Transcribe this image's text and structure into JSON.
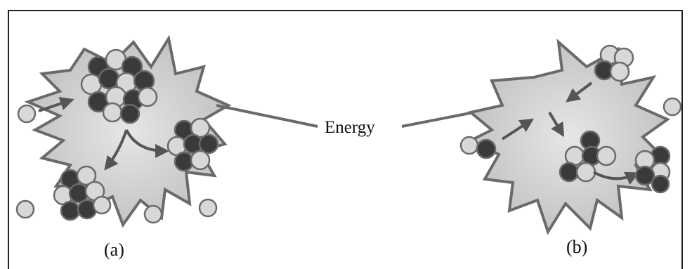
{
  "labels": {
    "energy": "Energy",
    "panel_a": "(a)",
    "panel_b": "(b)"
  },
  "colors": {
    "burst_fill": "#cfcfcf",
    "burst_stroke": "#6a6a6a",
    "proton": "#3a3a3a",
    "neutron": "#d8d8d8",
    "arrow": "#555555"
  }
}
